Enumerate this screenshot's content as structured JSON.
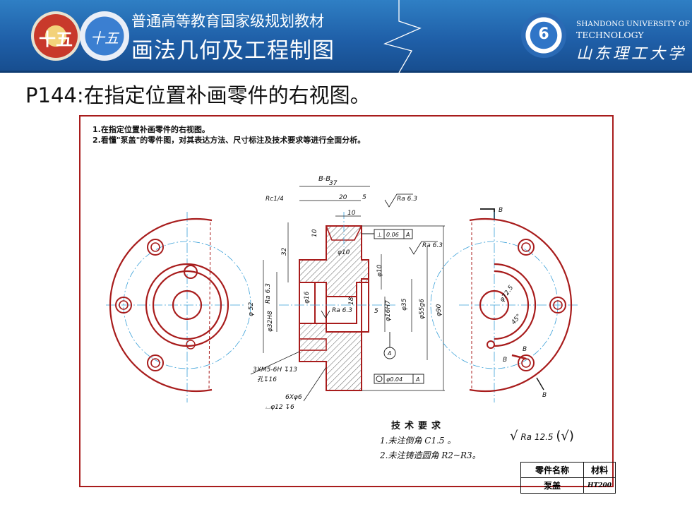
{
  "header": {
    "left_badge_1_text": "十五",
    "left_badge_2_text": "十五",
    "series_title": "普通高等教育国家级规划教材",
    "book_title": "画法几何及工程制图",
    "university_badge_text": "6",
    "university_en_1": "SHANDONG UNIVERSITY OF",
    "university_en_2": "TECHNOLOGY",
    "university_cn": "山东理工大学",
    "colors": {
      "banner": "#1f5fa8",
      "frame": "#a81c1c"
    }
  },
  "page_title": "P144:在指定位置补画零件的右视图。",
  "drawing": {
    "note_1": "1.在指定位置补画零件的右视图。",
    "note_2": "2.看懂\"泵盖\"的零件图，对其表达方法、尺寸标注及技术要求等进行全面分析。",
    "section_label": "B-B",
    "view_arrow_label": "B",
    "dims": {
      "d37": "37",
      "d20": "20",
      "d5a": "5",
      "d10a": "10",
      "d10b": "10",
      "d32": "32",
      "rc": "Rc1/4",
      "phi10": "φ10",
      "phi10b": "φ10",
      "phi16": "φ16",
      "d18": "18",
      "d5b": "5",
      "phi16h7": "φ16H7",
      "phi35": "φ35",
      "phi55g6": "φ55g6",
      "phi90": "φ90",
      "phi52": "φ 52",
      "phi32h8": "φ32H8",
      "phi72": "φ72.5",
      "d45": "45°"
    },
    "roughness": {
      "ra63a": "Ra 6.3",
      "ra63b": "Ra 6.3",
      "ra63c": "Ra 6.3",
      "ra63d": "Ra 6.3"
    },
    "tolerances": {
      "perp": "0.06",
      "perp_datum": "A",
      "coax": "φ0.04",
      "coax_datum": "A",
      "datum": "A"
    },
    "holes": {
      "thread": "3XM5-6H ↧13",
      "thread_2": "孔↧16",
      "cbore": "6Xφ6",
      "cbore_2": "⌴φ12 ↧6"
    },
    "right_view_labels": {
      "b1": "B",
      "b2": "B",
      "b3": "B",
      "phi72": "φ72.5",
      "r45": "45°"
    }
  },
  "tech_requirements": {
    "heading": "技术要求",
    "line_1": "1.未注倒角 C1.5 。",
    "line_2": "2.未注铸造圆角 R2~R3。",
    "rough_symbol": "Ra 12.5",
    "rough_paren": "(√)"
  },
  "title_block": {
    "part_name_label": "零件名称",
    "material_label": "材料",
    "part_name": "泵盖",
    "material": "HT200"
  }
}
